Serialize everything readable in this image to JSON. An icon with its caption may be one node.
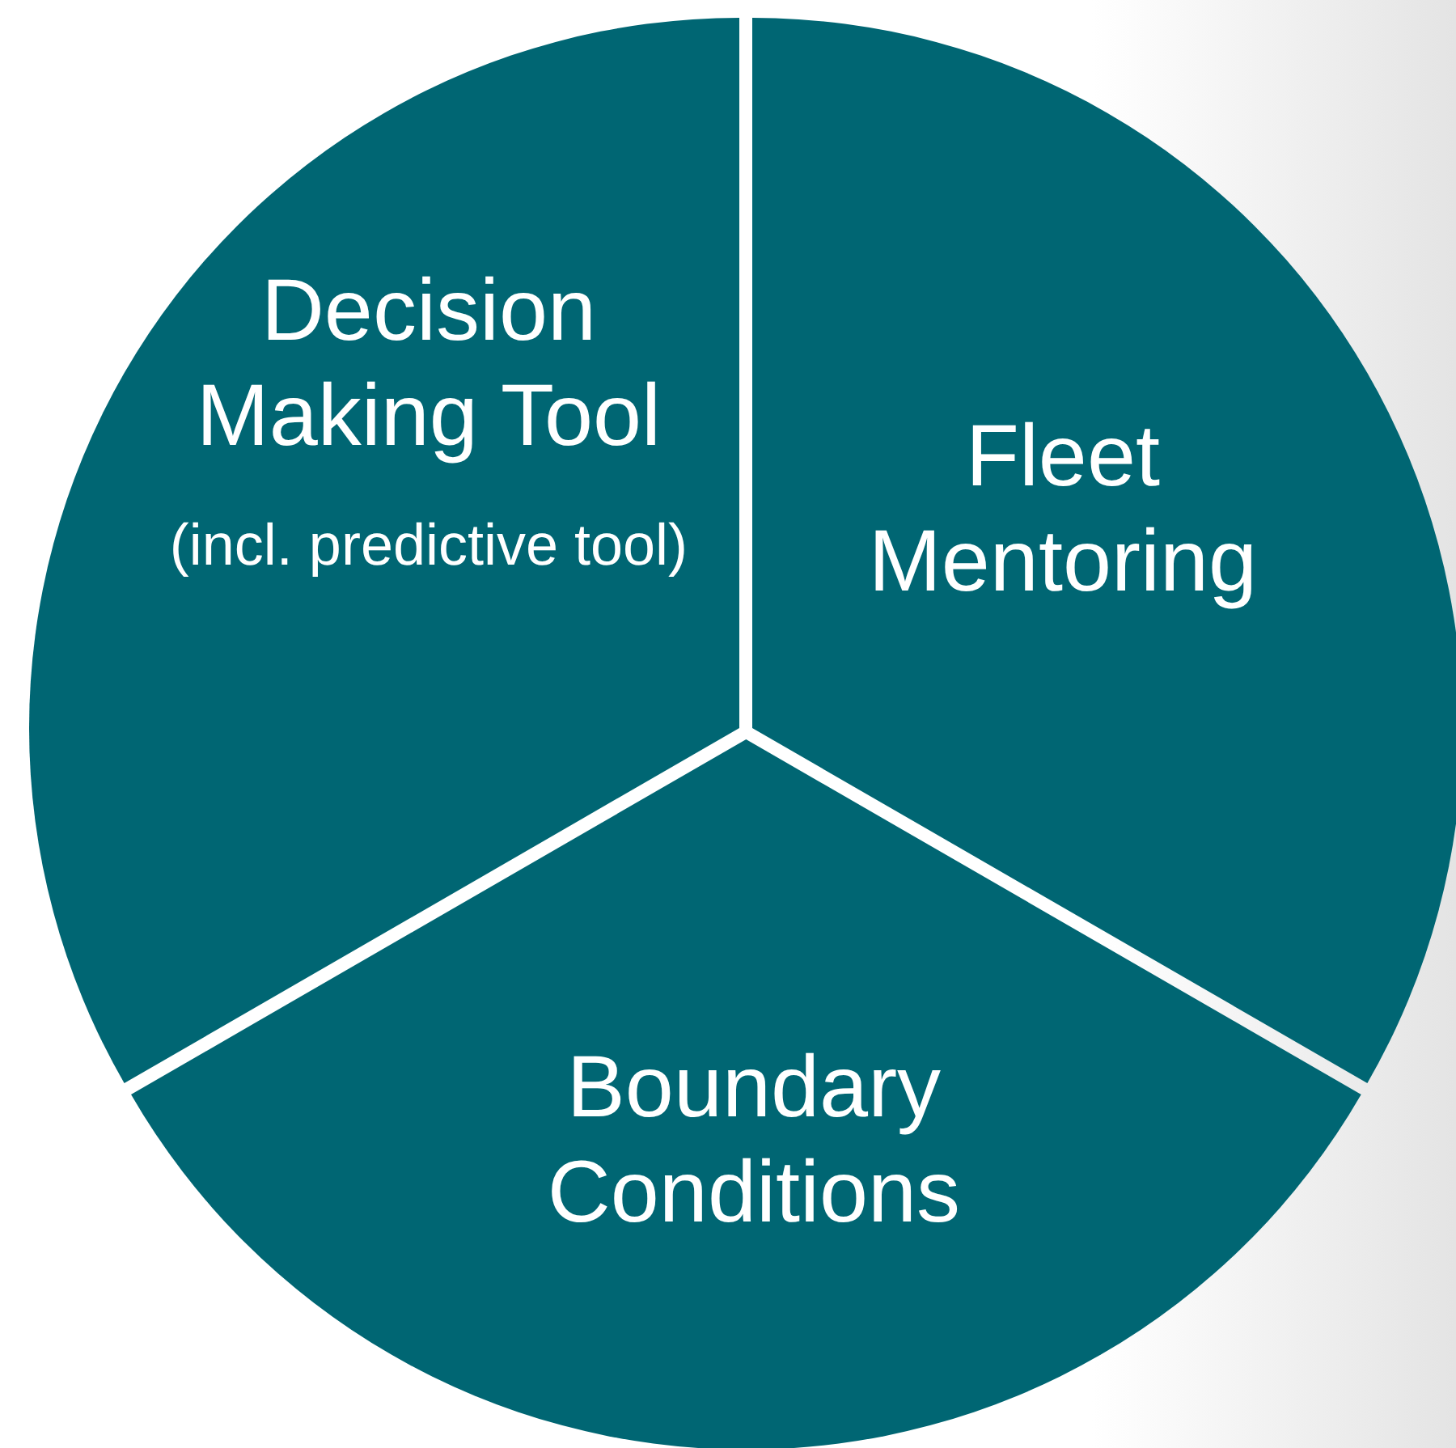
{
  "diagram": {
    "nodes": [
      {
        "text": [
          "Decision Making Tool",
          "(incl. predictive tool)"
        ]
      },
      {
        "text": [
          "Fleet Mentoring"
        ]
      },
      {
        "text": [
          "Boundary Conditions"
        ]
      }
    ]
  }
}
